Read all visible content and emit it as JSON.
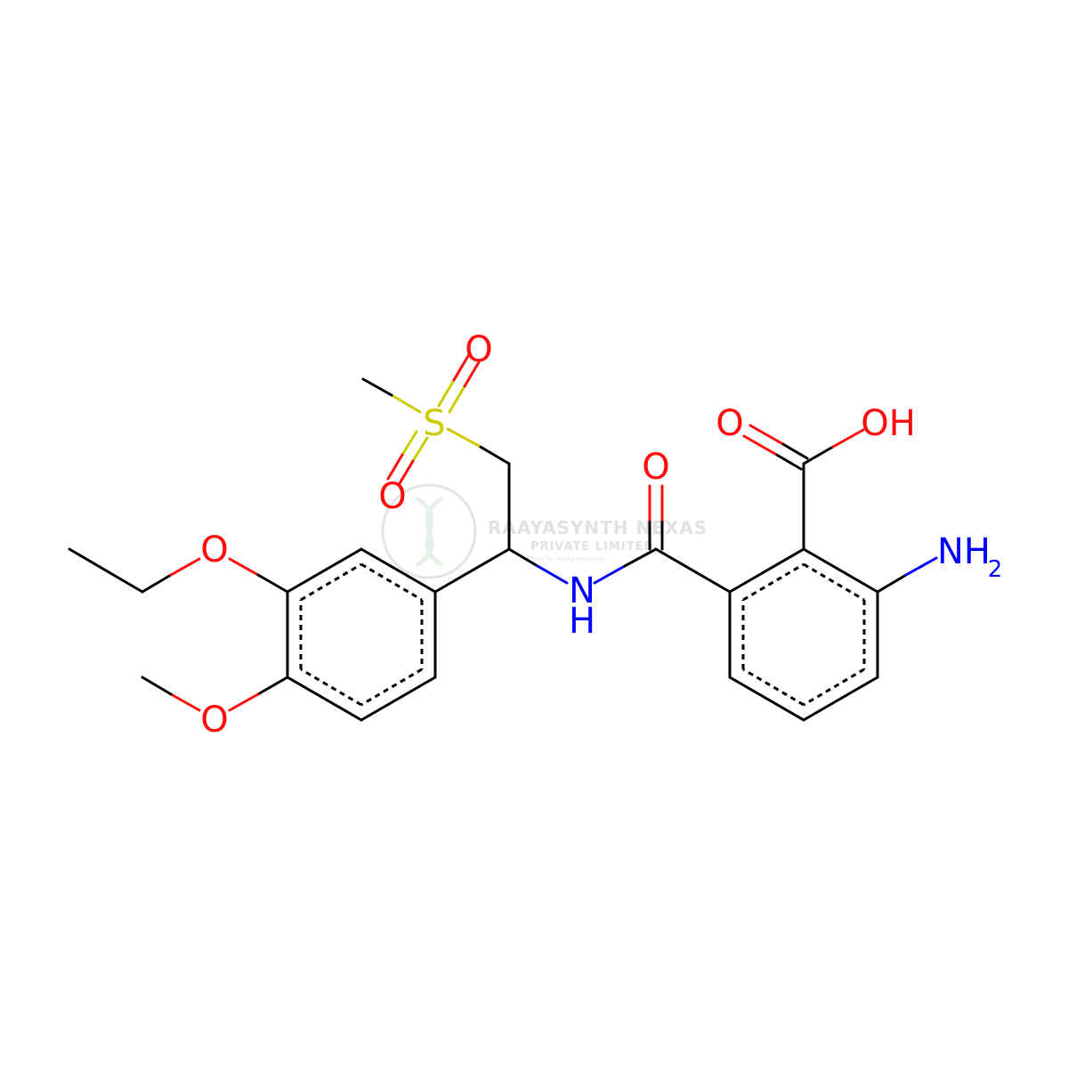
{
  "colors": {
    "carbon": "#000000",
    "oxygen": "#ff0d0d",
    "nitrogen": "#0000ff",
    "sulfur": "#cccc00",
    "watermark": "#c9c9c9"
  },
  "labels": {
    "o_sulfonyl_top": "O",
    "o_sulfonyl_bottom": "O",
    "sulfur": "S",
    "o_ethoxy": "O",
    "o_methoxy": "O",
    "nh_n": "N",
    "nh_h": "H",
    "o_amide": "O",
    "o_acid_carbonyl": "O",
    "o_acid_hydroxyl": "OH",
    "amine_nh": "NH",
    "amine_sub": "2"
  },
  "watermark": {
    "company": "RAAYASYNTH NEXAS",
    "type": "PRIVATE LIMITED",
    "tagline": "solutions for every molecule"
  }
}
